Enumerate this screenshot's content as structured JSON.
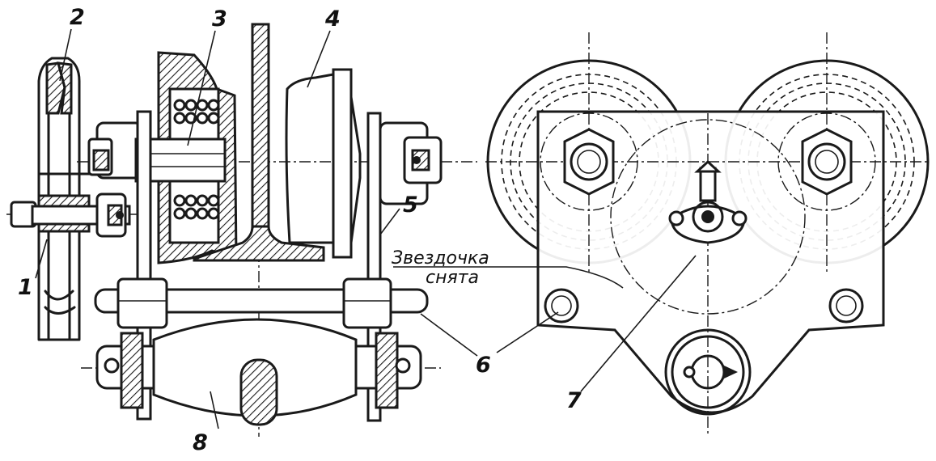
{
  "labels": {
    "l1": "1",
    "l2": "2",
    "l3": "3",
    "l4": "4",
    "l5": "5",
    "l6": "6",
    "l7": "7",
    "l8": "8"
  },
  "note": {
    "line1": "Звездочка",
    "line2": "снята"
  }
}
